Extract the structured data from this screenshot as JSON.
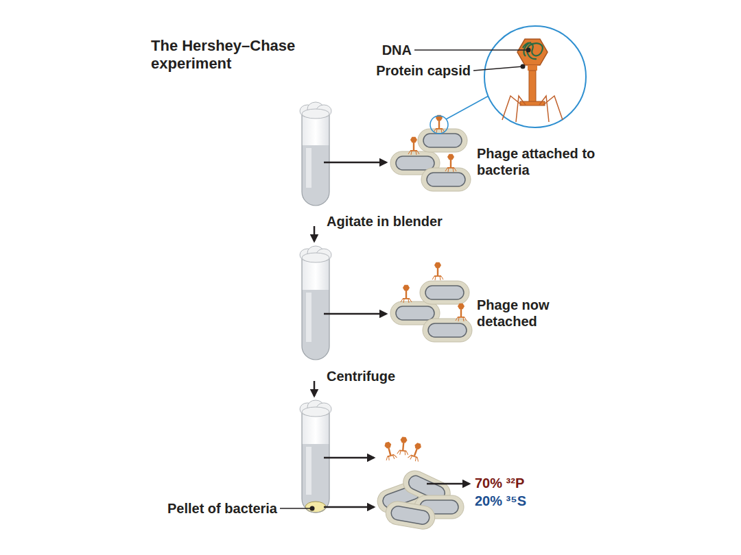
{
  "diagram": {
    "title": "The Hershey–Chase experiment",
    "labels": [
      "DNA",
      "Protein capsid",
      "Phage attached to bacteria",
      "Agitate in blender",
      "Phage now detached",
      "Centrifuge",
      "Pellet of bacteria",
      "70% ³²P",
      "20% ³⁵S"
    ]
  }
}
